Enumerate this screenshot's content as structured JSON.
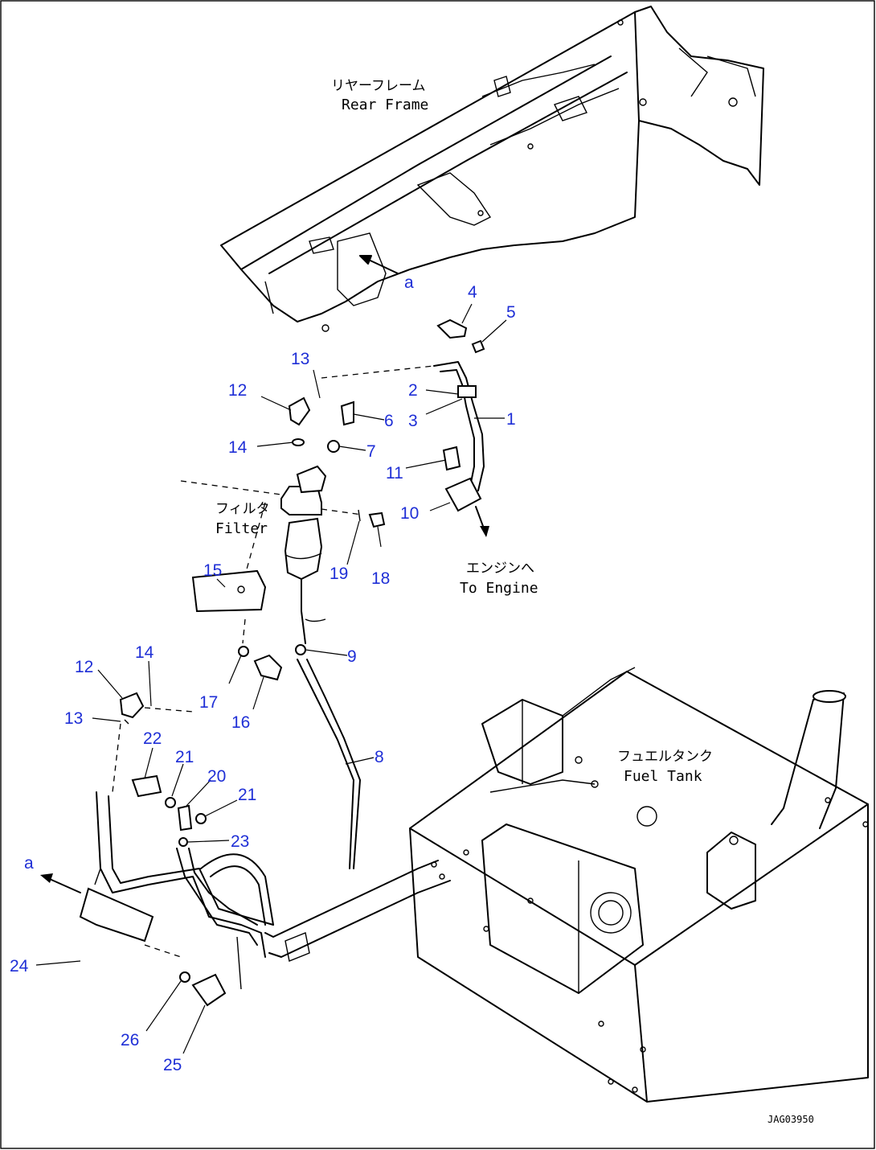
{
  "labels": {
    "rear_frame_jp": "リヤーフレーム",
    "rear_frame_en": "Rear Frame",
    "filter_jp": "フィルタ",
    "filter_en": "Filter",
    "to_engine_jp": "エンジンへ",
    "to_engine_en": "To Engine",
    "fuel_tank_jp": "フュエルタンク",
    "fuel_tank_en": "Fuel Tank",
    "ref_a_top": "a",
    "ref_a_bottom": "a",
    "drawing_code": "JAG03950"
  },
  "callouts": {
    "c1": "1",
    "c2": "2",
    "c3": "3",
    "c4": "4",
    "c5": "5",
    "c6": "6",
    "c7": "7",
    "c8": "8",
    "c9": "9",
    "c10": "10",
    "c11": "11",
    "c12a": "12",
    "c13a": "13",
    "c14a": "14",
    "c15": "15",
    "c16": "16",
    "c17": "17",
    "c18": "18",
    "c19": "19",
    "c12b": "12",
    "c13b": "13",
    "c14b": "14",
    "c20": "20",
    "c21a": "21",
    "c21b": "21",
    "c22": "22",
    "c23": "23",
    "c24": "24",
    "c25": "25",
    "c26": "26"
  },
  "colors": {
    "callout": "#1f2fd6",
    "linework": "#000000"
  }
}
